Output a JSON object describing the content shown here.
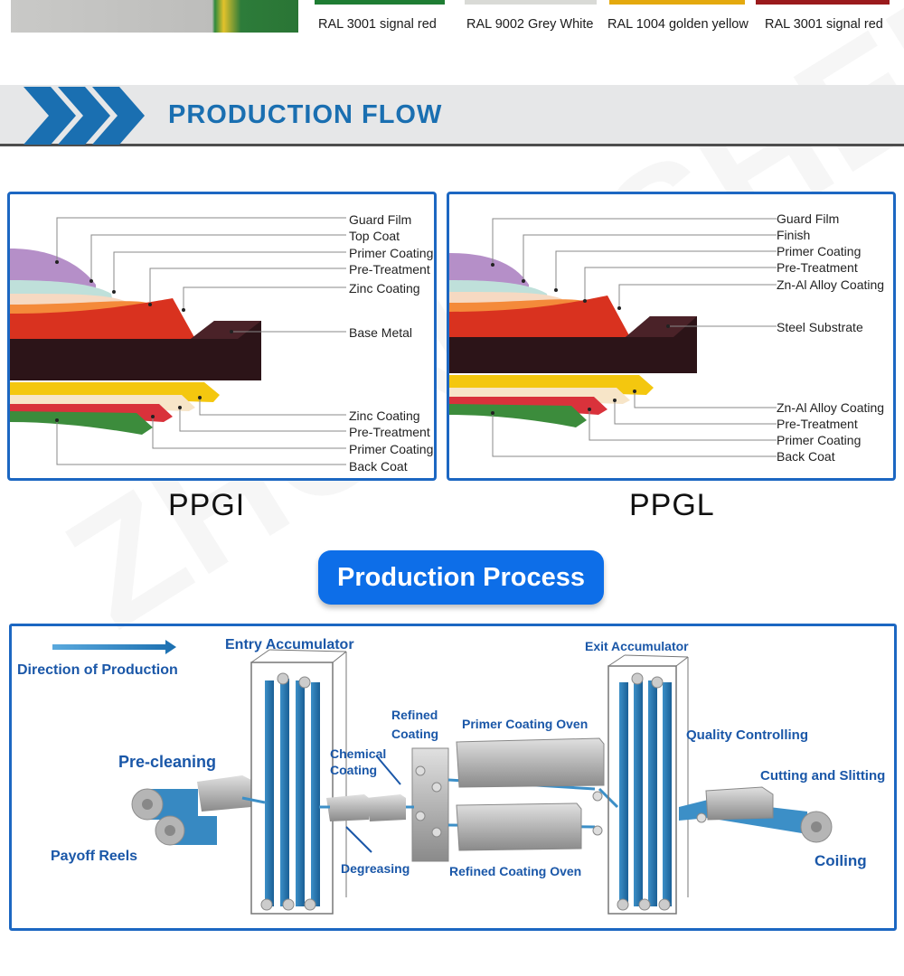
{
  "swatches": [
    {
      "label": "RAL 3001 signal red",
      "color": "#1e7d33"
    },
    {
      "label": "RAL 9002 Grey White",
      "color": "#d9dad6"
    },
    {
      "label": "RAL 1004 golden yellow",
      "color": "#e4a90e"
    },
    {
      "label": "RAL 3001 signal red",
      "color": "#9a1a1c"
    }
  ],
  "header": {
    "title": "PRODUCTION FLOW",
    "accent": "#1a6fb1"
  },
  "ppgi": {
    "name": "PPGI",
    "labels": [
      "Guard Film",
      "Top Coat",
      "Primer Coating",
      "Pre-Treatment",
      "Zinc Coating",
      "Base Metal",
      "Zinc Coating",
      "Pre-Treatment",
      "Primer Coating",
      "Back Coat"
    ]
  },
  "ppgl": {
    "name": "PPGL",
    "labels": [
      "Guard Film",
      "Finish",
      "Primer Coating",
      "Pre-Treatment",
      "Zn-Al Alloy Coating",
      "Steel Substrate",
      "Zn-Al Alloy Coating",
      "Pre-Treatment",
      "Primer Coating",
      "Back Coat"
    ]
  },
  "process": {
    "title": "Production Process",
    "labels": {
      "direction": "Direction of Production",
      "entry": "Entry Accumulator",
      "precleaning": "Pre-cleaning",
      "payoff": "Payoff Reels",
      "chemical": "Chemical Coating",
      "refined": "Refined Coating",
      "degreasing": "Degreasing",
      "primer_oven": "Primer Coating Oven",
      "refined_oven": "Refined Coating Oven",
      "exit": "Exit Accumulator",
      "quality": "Quality Controlling",
      "cutting": "Cutting and Slitting",
      "coiling": "Coiling"
    }
  },
  "watermark": "ZHONG SHENG"
}
